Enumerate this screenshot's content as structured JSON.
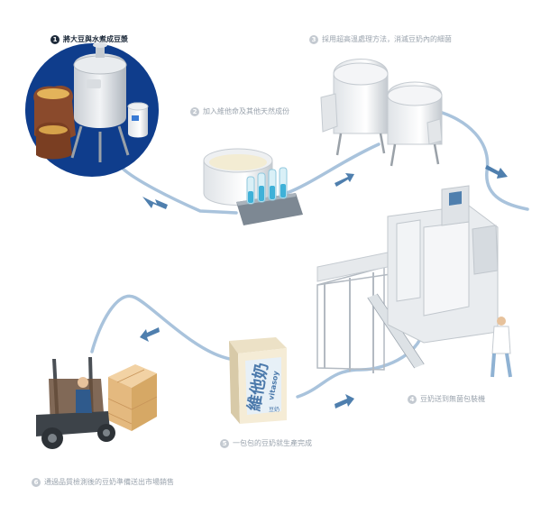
{
  "steps": [
    {
      "num": "1",
      "text": "將大豆與水煮成豆漿"
    },
    {
      "num": "2",
      "text": "加入維他命及其他天然成份"
    },
    {
      "num": "3",
      "text": "採用超高溫處理方法，消滅豆奶內的細菌"
    },
    {
      "num": "4",
      "text": "豆奶送到無菌包裝機"
    },
    {
      "num": "5",
      "text": "一包包的豆奶就生產完成"
    },
    {
      "num": "6",
      "text": "通過品質檢測後的豆奶準備送出市場銷售"
    }
  ],
  "carton": {
    "brand": "維他奶",
    "latin": "vitasoy",
    "sub": "豆奶"
  },
  "colors": {
    "pipe": "#9dbad6",
    "arrow": "#4f7fae",
    "circle": "#0f3d8c",
    "active": "#1d2a3a"
  }
}
